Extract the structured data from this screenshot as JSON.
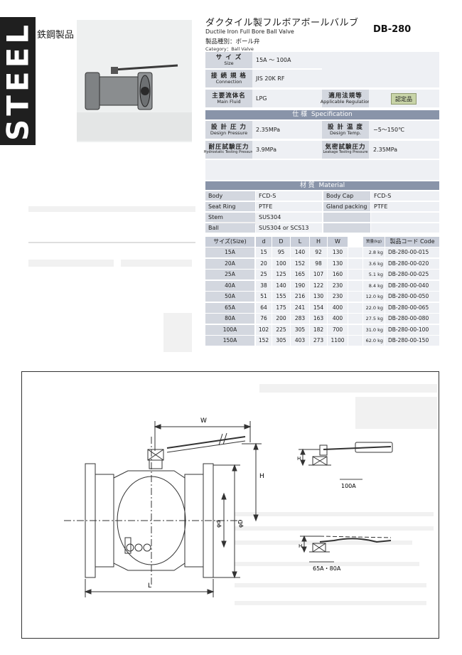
{
  "category_tab": {
    "vertical_text": "STEEL",
    "label": "鉄鋼製品"
  },
  "header": {
    "title_ja": "ダクタイル製フルボアボールバルブ",
    "model": "DB-280",
    "title_en": "Ductile Iron Full Bore Ball Valve",
    "category_ja": "製品種別：ボール弁",
    "category_en": "Category：Ball Valve"
  },
  "specs": {
    "size": {
      "label_ja": "サ イ ズ",
      "label_en": "Size",
      "value": "15A ～ 100A"
    },
    "connection": {
      "label_ja": "接 続 規 格",
      "label_en": "Connection",
      "value": "JIS 20K RF"
    },
    "fluid": {
      "label_ja": "主要流体名",
      "label_en": "Main Fluid",
      "value": "LPG"
    },
    "regulation": {
      "label_ja": "適用法規等",
      "label_en": "Applicable Regulation",
      "badge": "認定品"
    }
  },
  "specification": {
    "header_ja": "仕 様",
    "header_en": "Specification",
    "design_pressure": {
      "label_ja": "設 計 圧 力",
      "label_en": "Design Pressure",
      "value": "2.35MPa"
    },
    "design_temp": {
      "label_ja": "設 計 温 度",
      "label_en": "Design Temp.",
      "value": "−5～150℃"
    },
    "hydro_test": {
      "label_ja": "耐圧試験圧力",
      "label_en": "Hydrostatic Testing Pressure",
      "value": "3.9MPa"
    },
    "leak_test": {
      "label_ja": "気密試験圧力",
      "label_en": "Leakage Testing Pressure",
      "value": "2.35MPa"
    }
  },
  "material": {
    "header_ja": "材 質",
    "header_en": "Material",
    "rows": [
      {
        "l1": "Body",
        "v1": "FCD-S",
        "l2": "Body Cap",
        "v2": "FCD-S"
      },
      {
        "l1": "Seat Ring",
        "v1": "PTFE",
        "l2": "Gland packing",
        "v2": "PTFE"
      },
      {
        "l1": "Stem",
        "v1": "SUS304",
        "l2": "",
        "v2": ""
      },
      {
        "l1": "Ball",
        "v1": "SUS304 or SCS13",
        "l2": "",
        "v2": ""
      }
    ]
  },
  "size_table": {
    "headers": {
      "size": "サイズ(Size)",
      "d": "d",
      "D": "D",
      "L": "L",
      "H": "H",
      "W": "W",
      "mass": "質量(kg)",
      "code": "製品コード Code"
    },
    "rows": [
      {
        "size": "15A",
        "d": "15",
        "D": "95",
        "L": "140",
        "H": "92",
        "W": "130",
        "mass": "2.8 kg",
        "code": "DB-280-00-015"
      },
      {
        "size": "20A",
        "d": "20",
        "D": "100",
        "L": "152",
        "H": "98",
        "W": "130",
        "mass": "3.6 kg",
        "code": "DB-280-00-020"
      },
      {
        "size": "25A",
        "d": "25",
        "D": "125",
        "L": "165",
        "H": "107",
        "W": "160",
        "mass": "5.1 kg",
        "code": "DB-280-00-025"
      },
      {
        "size": "40A",
        "d": "38",
        "D": "140",
        "L": "190",
        "H": "122",
        "W": "230",
        "mass": "8.4 kg",
        "code": "DB-280-00-040"
      },
      {
        "size": "50A",
        "d": "51",
        "D": "155",
        "L": "216",
        "H": "130",
        "W": "230",
        "mass": "12.0 kg",
        "code": "DB-280-00-050"
      },
      {
        "size": "65A",
        "d": "64",
        "D": "175",
        "L": "241",
        "H": "154",
        "W": "400",
        "mass": "22.0 kg",
        "code": "DB-280-00-065"
      },
      {
        "size": "80A",
        "d": "76",
        "D": "200",
        "L": "283",
        "H": "163",
        "W": "400",
        "mass": "27.5 kg",
        "code": "DB-280-00-080"
      },
      {
        "size": "100A",
        "d": "102",
        "D": "225",
        "L": "305",
        "H": "182",
        "W": "700",
        "mass": "31.0 kg",
        "code": "DB-280-00-100"
      },
      {
        "size": "150A",
        "d": "152",
        "D": "305",
        "L": "403",
        "H": "273",
        "W": "1100",
        "mass": "62.0 kg",
        "code": "DB-280-00-150"
      }
    ]
  },
  "drawing": {
    "labels": {
      "W": "W",
      "H": "H",
      "L": "L",
      "phi_d": "φd",
      "phi_D": "φD",
      "h_small_1": "H",
      "h_small_2": "H",
      "variant_100a": "100A",
      "variant_65_80": "65A・80A"
    }
  }
}
